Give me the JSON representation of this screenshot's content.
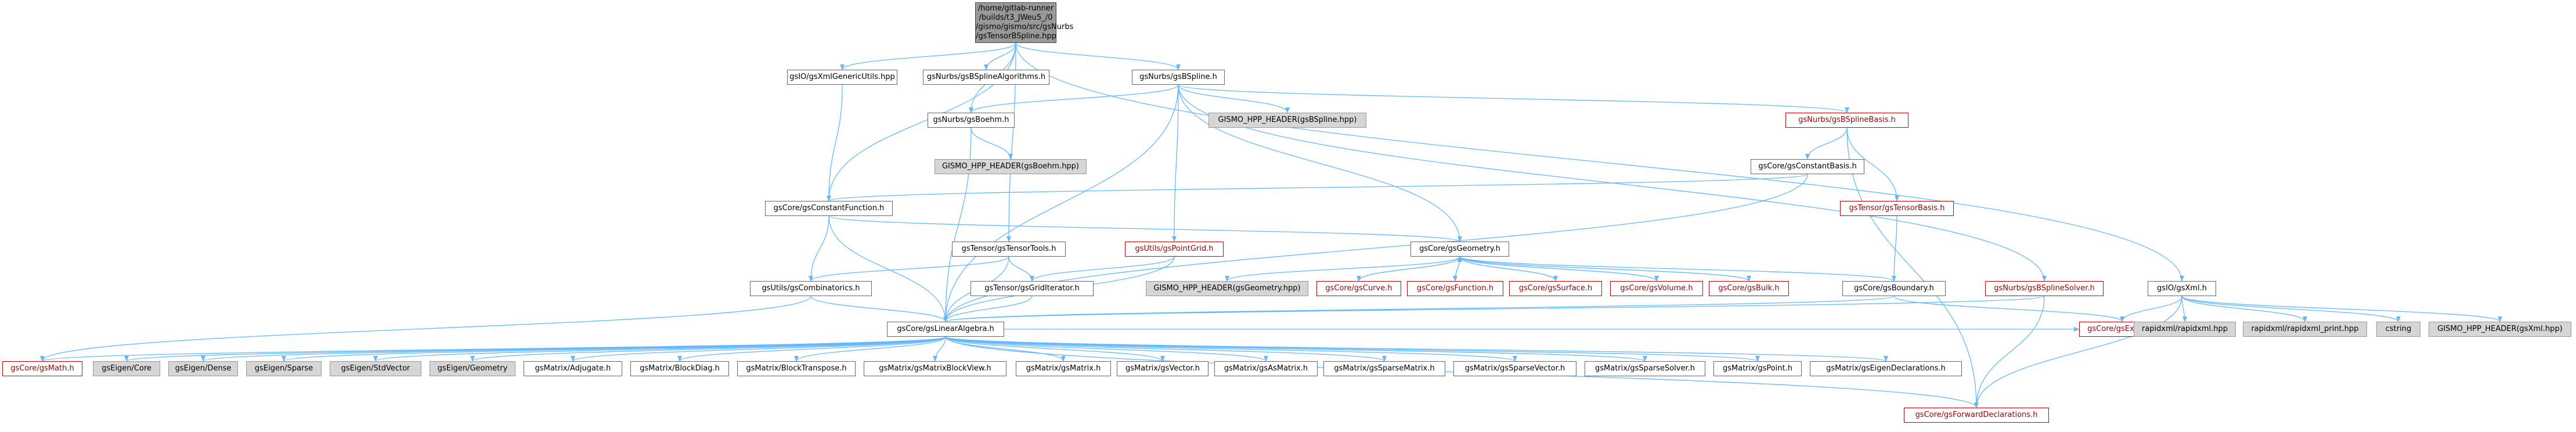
{
  "accent": "#63b8ff",
  "edge_color": "#63b8ff",
  "missing_color": "#cc0000",
  "nodes": {
    "root": {
      "label": "/home/gitlab-runner\n/builds/t3_JWeu5_/0\n/gismo/gismo/src/gsNurbs\n/gsTensorBSpline.hpp",
      "style": "root"
    },
    "xmlGeneric": {
      "label": "gsIO/gsXmlGenericUtils.hpp",
      "style": "normal"
    },
    "bsplineAlgo": {
      "label": "gsNurbs/gsBSplineAlgorithms.h",
      "style": "normal"
    },
    "bspline": {
      "label": "gsNurbs/gsBSpline.h",
      "style": "normal"
    },
    "boehm": {
      "label": "gsNurbs/gsBoehm.h",
      "style": "normal"
    },
    "hdrBSpline": {
      "label": "GISMO_HPP_HEADER(gsBSpline.hpp)",
      "style": "gray"
    },
    "bsplineBasis": {
      "label": "gsNurbs/gsBSplineBasis.h",
      "style": "red"
    },
    "hdrBoehm": {
      "label": "GISMO_HPP_HEADER(gsBoehm.hpp)",
      "style": "gray"
    },
    "constantBasis": {
      "label": "gsCore/gsConstantBasis.h",
      "style": "normal"
    },
    "constantFunction": {
      "label": "gsCore/gsConstantFunction.h",
      "style": "normal"
    },
    "tensorBasis": {
      "label": "gsTensor/gsTensorBasis.h",
      "style": "red"
    },
    "geometry": {
      "label": "gsCore/gsGeometry.h",
      "style": "normal"
    },
    "tensorTools": {
      "label": "gsTensor/gsTensorTools.h",
      "style": "normal"
    },
    "pointGrid": {
      "label": "gsUtils/gsPointGrid.h",
      "style": "red"
    },
    "combinatorics": {
      "label": "gsUtils/gsCombinatorics.h",
      "style": "normal"
    },
    "gridIterator": {
      "label": "gsTensor/gsGridIterator.h",
      "style": "normal"
    },
    "hdrGeometry": {
      "label": "GISMO_HPP_HEADER(gsGeometry.hpp)",
      "style": "gray"
    },
    "curve": {
      "label": "gsCore/gsCurve.h",
      "style": "red"
    },
    "function": {
      "label": "gsCore/gsFunction.h",
      "style": "red"
    },
    "surface": {
      "label": "gsCore/gsSurface.h",
      "style": "red"
    },
    "volume": {
      "label": "gsCore/gsVolume.h",
      "style": "red"
    },
    "bulk": {
      "label": "gsCore/gsBulk.h",
      "style": "red"
    },
    "boundary": {
      "label": "gsCore/gsBoundary.h",
      "style": "normal"
    },
    "bsplineSolver": {
      "label": "gsNurbs/gsBSplineSolver.h",
      "style": "red"
    },
    "xml": {
      "label": "gsIO/gsXml.h",
      "style": "normal"
    },
    "linearAlgebra": {
      "label": "gsCore/gsLinearAlgebra.h",
      "style": "normal"
    },
    "export": {
      "label": "gsCore/gsExport.h",
      "style": "red"
    },
    "rapidxml": {
      "label": "rapidxml/rapidxml.hpp",
      "style": "gray"
    },
    "rapidxmlPrint": {
      "label": "rapidxml/rapidxml_print.hpp",
      "style": "gray"
    },
    "cstring": {
      "label": "cstring",
      "style": "gray"
    },
    "hdrXml": {
      "label": "GISMO_HPP_HEADER(gsXml.hpp)",
      "style": "gray"
    },
    "math": {
      "label": "gsCore/gsMath.h",
      "style": "red"
    },
    "eigenCore": {
      "label": "gsEigen/Core",
      "style": "gray"
    },
    "eigenDense": {
      "label": "gsEigen/Dense",
      "style": "gray"
    },
    "eigenSparse": {
      "label": "gsEigen/Sparse",
      "style": "gray"
    },
    "eigenStdVector": {
      "label": "gsEigen/StdVector",
      "style": "gray"
    },
    "eigenGeometry": {
      "label": "gsEigen/Geometry",
      "style": "gray"
    },
    "adjugate": {
      "label": "gsMatrix/Adjugate.h",
      "style": "normal"
    },
    "blockDiag": {
      "label": "gsMatrix/BlockDiag.h",
      "style": "normal"
    },
    "blockTranspose": {
      "label": "gsMatrix/BlockTranspose.h",
      "style": "normal"
    },
    "matrixBlockView": {
      "label": "gsMatrix/gsMatrixBlockView.h",
      "style": "normal"
    },
    "matrix": {
      "label": "gsMatrix/gsMatrix.h",
      "style": "normal"
    },
    "vector": {
      "label": "gsMatrix/gsVector.h",
      "style": "normal"
    },
    "asMatrix": {
      "label": "gsMatrix/gsAsMatrix.h",
      "style": "normal"
    },
    "sparseMatrix": {
      "label": "gsMatrix/gsSparseMatrix.h",
      "style": "normal"
    },
    "sparseVector": {
      "label": "gsMatrix/gsSparseVector.h",
      "style": "normal"
    },
    "sparseSolver": {
      "label": "gsMatrix/gsSparseSolver.h",
      "style": "normal"
    },
    "point": {
      "label": "gsMatrix/gsPoint.h",
      "style": "normal"
    },
    "eigenDecl": {
      "label": "gsMatrix/gsEigenDeclarations.h",
      "style": "normal"
    },
    "forwardDecl": {
      "label": "gsCore/gsForwardDeclarations.h",
      "style": "red"
    }
  },
  "edges": [
    [
      "root",
      "xmlGeneric"
    ],
    [
      "root",
      "bsplineAlgo"
    ],
    [
      "root",
      "bspline"
    ],
    [
      "root",
      "boehm"
    ],
    [
      "root",
      "constantFunction"
    ],
    [
      "root",
      "tensorTools"
    ],
    [
      "root",
      "xml"
    ],
    [
      "xmlGeneric",
      "constantFunction"
    ],
    [
      "bspline",
      "boehm"
    ],
    [
      "bspline",
      "hdrBSpline"
    ],
    [
      "bspline",
      "bsplineBasis"
    ],
    [
      "bspline",
      "geometry"
    ],
    [
      "bspline",
      "pointGrid"
    ],
    [
      "bspline",
      "bsplineSolver"
    ],
    [
      "bspline",
      "linearAlgebra"
    ],
    [
      "boehm",
      "hdrBoehm"
    ],
    [
      "boehm",
      "linearAlgebra"
    ],
    [
      "bsplineBasis",
      "constantBasis"
    ],
    [
      "bsplineBasis",
      "tensorBasis"
    ],
    [
      "bsplineBasis",
      "forwardDecl"
    ],
    [
      "constantBasis",
      "constantFunction"
    ],
    [
      "constantBasis",
      "linearAlgebra"
    ],
    [
      "tensorBasis",
      "boundary"
    ],
    [
      "constantFunction",
      "geometry"
    ],
    [
      "constantFunction",
      "combinatorics"
    ],
    [
      "constantFunction",
      "linearAlgebra"
    ],
    [
      "geometry",
      "hdrGeometry"
    ],
    [
      "geometry",
      "curve"
    ],
    [
      "geometry",
      "function"
    ],
    [
      "geometry",
      "surface"
    ],
    [
      "geometry",
      "volume"
    ],
    [
      "geometry",
      "bulk"
    ],
    [
      "geometry",
      "boundary"
    ],
    [
      "curve",
      "geometry"
    ],
    [
      "function",
      "geometry"
    ],
    [
      "surface",
      "geometry"
    ],
    [
      "volume",
      "geometry"
    ],
    [
      "bulk",
      "geometry"
    ],
    [
      "tensorTools",
      "combinatorics"
    ],
    [
      "tensorTools",
      "gridIterator"
    ],
    [
      "tensorTools",
      "linearAlgebra"
    ],
    [
      "pointGrid",
      "gridIterator"
    ],
    [
      "pointGrid",
      "linearAlgebra"
    ],
    [
      "combinatorics",
      "linearAlgebra"
    ],
    [
      "combinatorics",
      "math"
    ],
    [
      "gridIterator",
      "linearAlgebra"
    ],
    [
      "boundary",
      "linearAlgebra"
    ],
    [
      "boundary",
      "export"
    ],
    [
      "bsplineSolver",
      "linearAlgebra"
    ],
    [
      "bsplineSolver",
      "forwardDecl"
    ],
    [
      "xml",
      "export"
    ],
    [
      "xml",
      "rapidxml"
    ],
    [
      "xml",
      "rapidxmlPrint"
    ],
    [
      "xml",
      "cstring"
    ],
    [
      "xml",
      "hdrXml"
    ],
    [
      "xml",
      "forwardDecl"
    ],
    [
      "linearAlgebra",
      "math"
    ],
    [
      "linearAlgebra",
      "eigenCore"
    ],
    [
      "linearAlgebra",
      "eigenDense"
    ],
    [
      "linearAlgebra",
      "eigenSparse"
    ],
    [
      "linearAlgebra",
      "eigenStdVector"
    ],
    [
      "linearAlgebra",
      "eigenGeometry"
    ],
    [
      "linearAlgebra",
      "adjugate"
    ],
    [
      "linearAlgebra",
      "blockDiag"
    ],
    [
      "linearAlgebra",
      "blockTranspose"
    ],
    [
      "linearAlgebra",
      "matrixBlockView"
    ],
    [
      "linearAlgebra",
      "matrix"
    ],
    [
      "linearAlgebra",
      "vector"
    ],
    [
      "linearAlgebra",
      "asMatrix"
    ],
    [
      "linearAlgebra",
      "sparseMatrix"
    ],
    [
      "linearAlgebra",
      "sparseVector"
    ],
    [
      "linearAlgebra",
      "sparseSolver"
    ],
    [
      "linearAlgebra",
      "point"
    ],
    [
      "linearAlgebra",
      "eigenDecl"
    ],
    [
      "linearAlgebra",
      "forwardDecl"
    ],
    [
      "linearAlgebra",
      "export"
    ]
  ]
}
